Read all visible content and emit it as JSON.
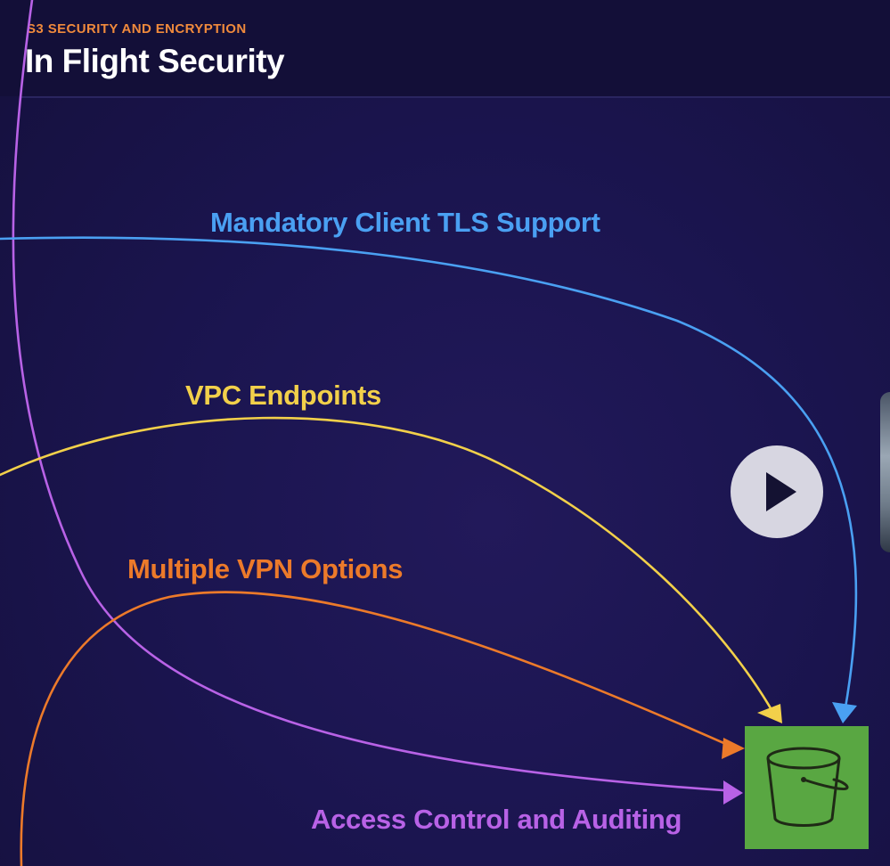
{
  "header": {
    "eyebrow": "S3 SECURITY AND ENCRYPTION",
    "title": "In Flight Security"
  },
  "diagram": {
    "labels": {
      "tls": "Mandatory Client TLS Support",
      "vpc": "VPC Endpoints",
      "vpn": "Multiple VPN Options",
      "access": "Access Control and Auditing"
    },
    "target_icon": "s3-bucket-icon"
  },
  "player": {
    "icon": "play-icon"
  },
  "colors": {
    "background": "#17123f",
    "accent_orange": "#f08a3c",
    "tls_blue": "#4aa0f2",
    "vpc_yellow": "#f2d04a",
    "vpn_orange": "#ec7a2a",
    "access_purple": "#b862e6",
    "bucket_green": "#59a742",
    "play_button": "#d7d6e1"
  }
}
